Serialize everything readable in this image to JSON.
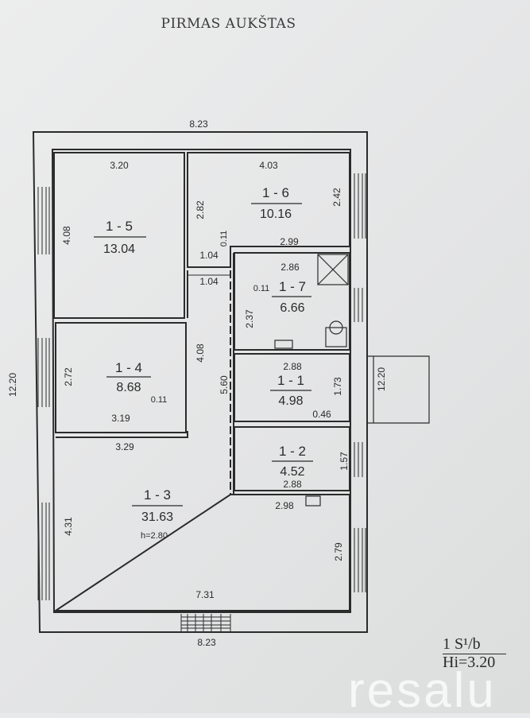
{
  "title": "PIRMAS AUKŠTAS",
  "dims": {
    "top_total": "8.23",
    "bottom_total": "8.23",
    "left_total": "12.20",
    "right_ext": "12.20",
    "r15_w": "3.20",
    "r15_h": "4.08",
    "r16_w": "4.03",
    "r16_h_left": "2.82",
    "r16_h_right": "2.42",
    "r16_bottom": "2.99",
    "wall_011_a": "0.11",
    "w104_a": "1.04",
    "w104_b": "1.04",
    "r17_w": "2.86",
    "wall_011_b": "0.11",
    "r17_h": "2.37",
    "r14_w_bottom": "3.19",
    "r14_h": "2.72",
    "r14_right": "4.08",
    "wall_011_c": "0.11",
    "corridor": "5.60",
    "r11_w": "2.88",
    "r11_h": "1.73",
    "wall_046": "0.46",
    "r13_w_top": "3.29",
    "r12_h": "1.57",
    "r12_w": "2.88",
    "r13_right_top": "2.98",
    "r13_h_left": "4.31",
    "r13_h_right": "2.79",
    "r13_w_bottom": "7.31"
  },
  "rooms": [
    {
      "id": "1 - 5",
      "area": "13.04"
    },
    {
      "id": "1 - 6",
      "area": "10.16"
    },
    {
      "id": "1 - 7",
      "area": "6.66"
    },
    {
      "id": "1 - 4",
      "area": "8.68"
    },
    {
      "id": "1 - 1",
      "area": "4.98"
    },
    {
      "id": "1 - 2",
      "area": "4.52"
    },
    {
      "id": "1 - 3",
      "area": "31.63",
      "height_note": "h=2.80"
    }
  ],
  "scale_note": {
    "line1": "1 S¹/b",
    "line2": "Hi=3.20"
  },
  "watermark": "resalu"
}
